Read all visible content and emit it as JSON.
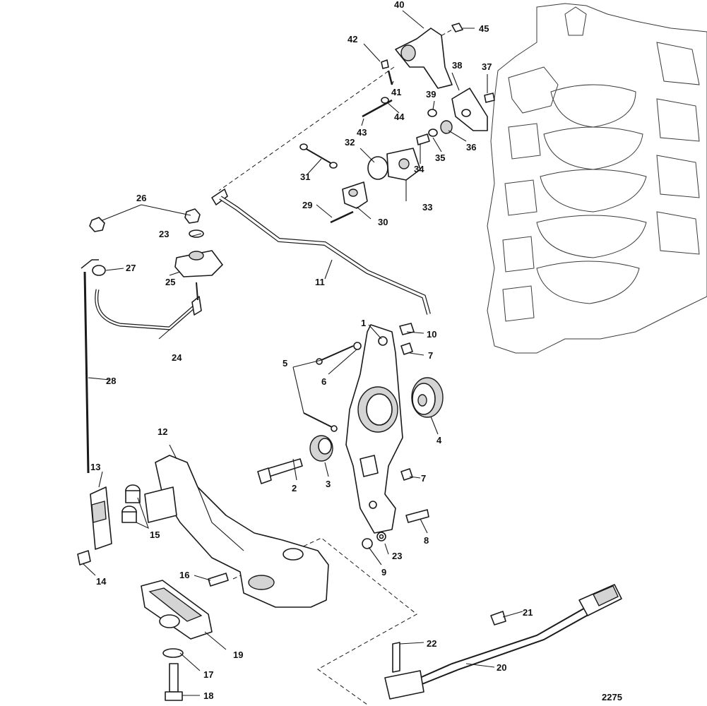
{
  "diagram": {
    "callouts": [
      {
        "id": "1",
        "label": "1",
        "description": "throttle-cam-arm"
      },
      {
        "id": "2",
        "label": "2",
        "description": "bolt"
      },
      {
        "id": "3",
        "label": "3",
        "description": "bushing"
      },
      {
        "id": "4",
        "label": "4",
        "description": "roller"
      },
      {
        "id": "5",
        "label": "5",
        "description": "screw-pair"
      },
      {
        "id": "6",
        "label": "6",
        "description": "nut"
      },
      {
        "id": "7a",
        "label": "7",
        "description": "bushing"
      },
      {
        "id": "7b",
        "label": "7",
        "description": "bushing"
      },
      {
        "id": "8",
        "label": "8",
        "description": "bolt"
      },
      {
        "id": "9",
        "label": "9",
        "description": "nut"
      },
      {
        "id": "10",
        "label": "10",
        "description": "ball-joint"
      },
      {
        "id": "11",
        "label": "11",
        "description": "link-rod"
      },
      {
        "id": "12",
        "label": "12",
        "description": "bracket"
      },
      {
        "id": "13",
        "label": "13",
        "description": "switch"
      },
      {
        "id": "14",
        "label": "14",
        "description": "screw"
      },
      {
        "id": "15",
        "label": "15",
        "description": "bushings"
      },
      {
        "id": "16",
        "label": "16",
        "description": "bolt"
      },
      {
        "id": "17",
        "label": "17",
        "description": "washer"
      },
      {
        "id": "18",
        "label": "18",
        "description": "bolt"
      },
      {
        "id": "19",
        "label": "19",
        "description": "mount"
      },
      {
        "id": "20",
        "label": "20",
        "description": "sensor-harness"
      },
      {
        "id": "21",
        "label": "21",
        "description": "clip"
      },
      {
        "id": "22",
        "label": "22",
        "description": "screw"
      },
      {
        "id": "23a",
        "label": "23",
        "description": "washer"
      },
      {
        "id": "23b",
        "label": "23",
        "description": "washer"
      },
      {
        "id": "24",
        "label": "24",
        "description": "lever"
      },
      {
        "id": "25",
        "label": "25",
        "description": "block"
      },
      {
        "id": "26",
        "label": "26",
        "description": "nuts"
      },
      {
        "id": "27",
        "label": "27",
        "description": "bushing"
      },
      {
        "id": "28",
        "label": "28",
        "description": "rod"
      },
      {
        "id": "29",
        "label": "29",
        "description": "screw"
      },
      {
        "id": "30",
        "label": "30",
        "description": "bracket"
      },
      {
        "id": "31",
        "label": "31",
        "description": "link"
      },
      {
        "id": "32",
        "label": "32",
        "description": "clip"
      },
      {
        "id": "33",
        "label": "33",
        "description": "sensor"
      },
      {
        "id": "34",
        "label": "34",
        "description": "screw"
      },
      {
        "id": "35",
        "label": "35",
        "description": "washer"
      },
      {
        "id": "36",
        "label": "36",
        "description": "roller"
      },
      {
        "id": "37",
        "label": "37",
        "description": "nut"
      },
      {
        "id": "38",
        "label": "38",
        "description": "plate"
      },
      {
        "id": "39",
        "label": "39",
        "description": "clip"
      },
      {
        "id": "40",
        "label": "40",
        "description": "lever-assembly"
      },
      {
        "id": "41",
        "label": "41",
        "description": "stud"
      },
      {
        "id": "42",
        "label": "42",
        "description": "clip"
      },
      {
        "id": "43",
        "label": "43",
        "description": "bolt"
      },
      {
        "id": "44",
        "label": "44",
        "description": "bushing"
      },
      {
        "id": "45",
        "label": "45",
        "description": "nut"
      }
    ],
    "figure_code": "2275"
  }
}
